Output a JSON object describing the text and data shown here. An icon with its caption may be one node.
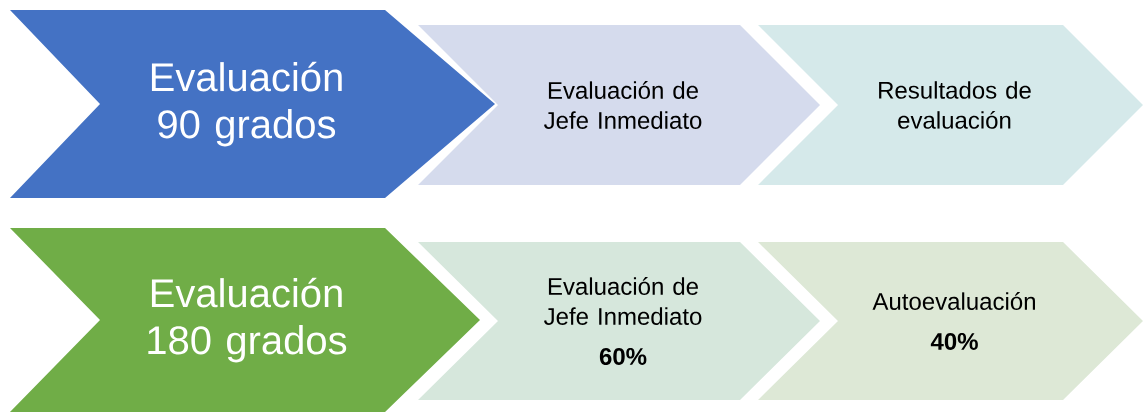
{
  "diagram": {
    "nodes": [
      {
        "text": [
          "Evaluación 90 grados"
        ]
      },
      {
        "text": [
          "Evaluación de Jefe Inmediato"
        ]
      },
      {
        "text": [
          "Resultados de evaluación"
        ]
      },
      {
        "text": [
          "Evaluación 180 grados"
        ]
      },
      {
        "text": [
          "Evaluación de Jefe Inmediato",
          "60%"
        ]
      },
      {
        "text": [
          "Autoevaluación",
          "40%"
        ]
      }
    ]
  }
}
